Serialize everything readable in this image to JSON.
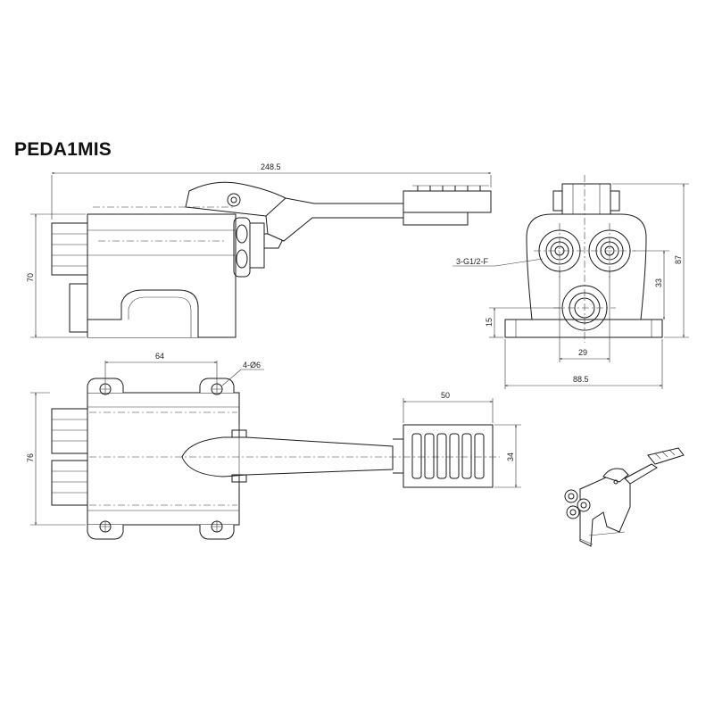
{
  "title": "PEDA1MIS",
  "dimensions": {
    "overall_length": "248.5",
    "side_height": "70",
    "hole_spacing": "64",
    "mount_holes": "4-Ø6",
    "plan_width": "76",
    "pedal_length": "50",
    "pedal_width": "34",
    "port_thread": "3-G1/2-F",
    "overall_height": "87",
    "port_height": "33",
    "lower_port_height": "15",
    "port_spacing": "29",
    "base_width": "88.5"
  }
}
